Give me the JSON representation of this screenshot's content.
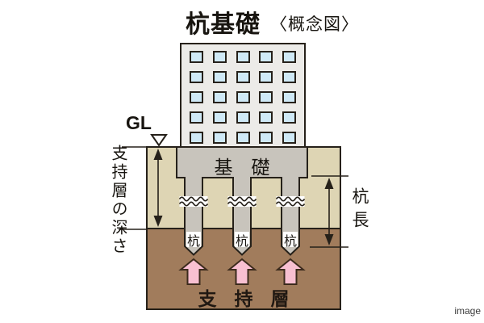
{
  "title": {
    "main": "杭基礎",
    "sub": "〈概念図〉"
  },
  "labels": {
    "ground_level": "GL",
    "foundation": "基礎",
    "pile": "杭",
    "pile_length": "杭長",
    "bearing_depth": "支持層の深さ",
    "bearing_layer": "支持層"
  },
  "building": {
    "window_rows": 5,
    "window_cols": 5
  },
  "piles": {
    "count": 3
  },
  "watermark": "image",
  "colors": {
    "background": "#ffffff",
    "outline": "#26211a",
    "building_fill": "#ecebe8",
    "window_fill": "#cfe9f6",
    "concrete_grey": "#c8c4bc",
    "soil_tan": "#ded5b4",
    "bearing_brown": "#a17c5c",
    "arrow_pink": "#f8c0d2",
    "text": "#17140f"
  }
}
